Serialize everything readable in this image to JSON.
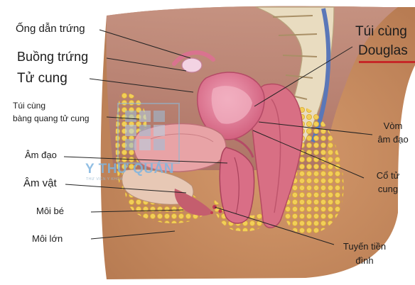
{
  "labels": {
    "ong_dan_trung": "Ống dẫn trứng",
    "buong_trung": "Buồng trứng",
    "tu_cung": "Tử cung",
    "tui_cung_bang_quang_1": "Túi cùng",
    "tui_cung_bang_quang_2": "bàng quang tử cung",
    "am_dao": "Âm đạo",
    "am_vat": "Âm vật",
    "moi_be": "Môi bé",
    "moi_lon": "Môi lớn",
    "tui_cung_douglas_1": "Túi cùng",
    "tui_cung_douglas_2": "Douglas",
    "vom_am_dao_1": "Vòm",
    "vom_am_dao_2": "âm đạo",
    "co_tu_cung_1": "Cổ tử",
    "co_tu_cung_2": "cung",
    "tuyen_tien_dinh_1": "Tuyến tiền",
    "tuyen_tien_dinh_2": "đình"
  },
  "watermark": {
    "name": "Y THƯ QUÁN",
    "tagline": "THƯ VIỆN Y KHOA"
  },
  "colors": {
    "skin": "#c48a5f",
    "fat": "#e8c04a",
    "uterus": "#e07d9a",
    "muscle": "#d2667e",
    "douglas_underline": "#c62828",
    "leader_line": "#222222"
  }
}
